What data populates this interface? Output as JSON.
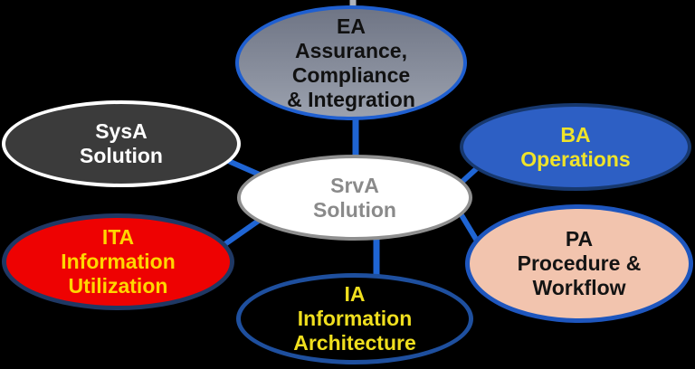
{
  "canvas": {
    "background": "#000000"
  },
  "connectors": {
    "color": "#1F65D4",
    "stub_color": "#AEB3BC"
  },
  "nodes": {
    "ea": {
      "abbr": "EA",
      "lines": [
        "EA",
        "Assurance,",
        "Compliance",
        "& Integration"
      ],
      "fill_css": "linear-gradient(180deg, #6F7585 0%, #9BA1AE 100%)",
      "border": "#1F5FD0",
      "text_color": "#111111"
    },
    "sysa": {
      "abbr": "SysA",
      "lines": [
        "SysA",
        "Solution"
      ],
      "fill_css": "#3B3B3B",
      "border": "#FFFFFF",
      "text_color": "#FFFFFF"
    },
    "ita": {
      "abbr": "ITA",
      "lines": [
        "ITA",
        "Information",
        "Utilization"
      ],
      "fill_css": "#EE0202",
      "border": "#1F3864",
      "text_color": "#FFD700"
    },
    "srva": {
      "abbr": "SrvA",
      "lines": [
        "SrvA",
        "Solution"
      ],
      "fill_css": "#FFFFFF",
      "border": "#8F8F8F",
      "text_color": "#8A8A8A"
    },
    "ba": {
      "abbr": "BA",
      "lines": [
        "BA",
        "Operations"
      ],
      "fill_css": "#2D5FC4",
      "border": "#17386E",
      "text_color": "#EFE32A"
    },
    "pa": {
      "abbr": "PA",
      "lines": [
        "PA",
        "Procedure &",
        "Workflow"
      ],
      "fill_css": "#F2C4AE",
      "border": "#1E56BE",
      "text_color": "#141414"
    },
    "ia": {
      "abbr": "IA",
      "lines": [
        "IA",
        "Information",
        "Architecture"
      ],
      "fill_css": "#000000",
      "border": "#1E4F9E",
      "text_color": "#F0DF1E"
    }
  }
}
